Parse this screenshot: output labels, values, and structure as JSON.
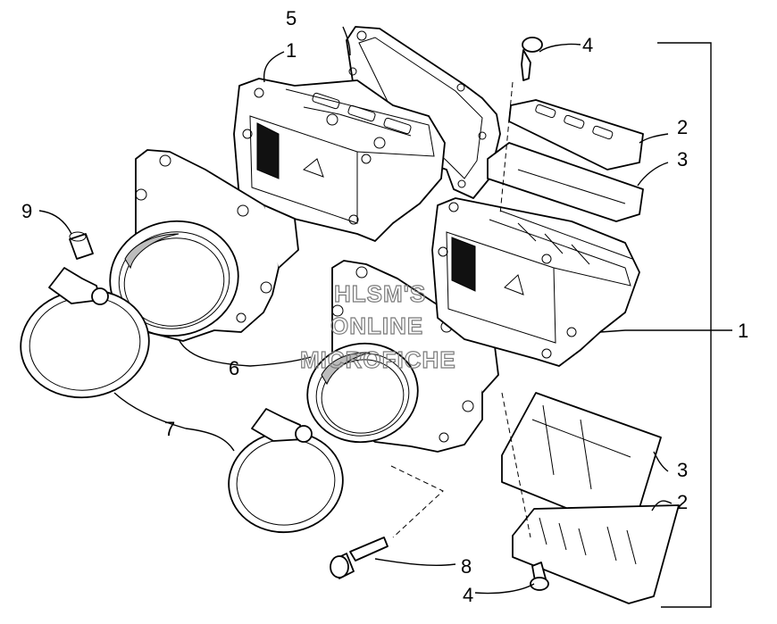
{
  "callouts": {
    "c1_top": "1",
    "c1_right": "1",
    "c2_top": "2",
    "c2_bottom": "2",
    "c3_top": "3",
    "c3_bottom": "3",
    "c4_top": "4",
    "c4_bottom": "4",
    "c5": "5",
    "c6": "6",
    "c7": "7",
    "c8": "8",
    "c9": "9"
  },
  "watermark": {
    "line1": "HLSM'S",
    "line2": "ONLINE",
    "line3": "MICROFICHE"
  }
}
